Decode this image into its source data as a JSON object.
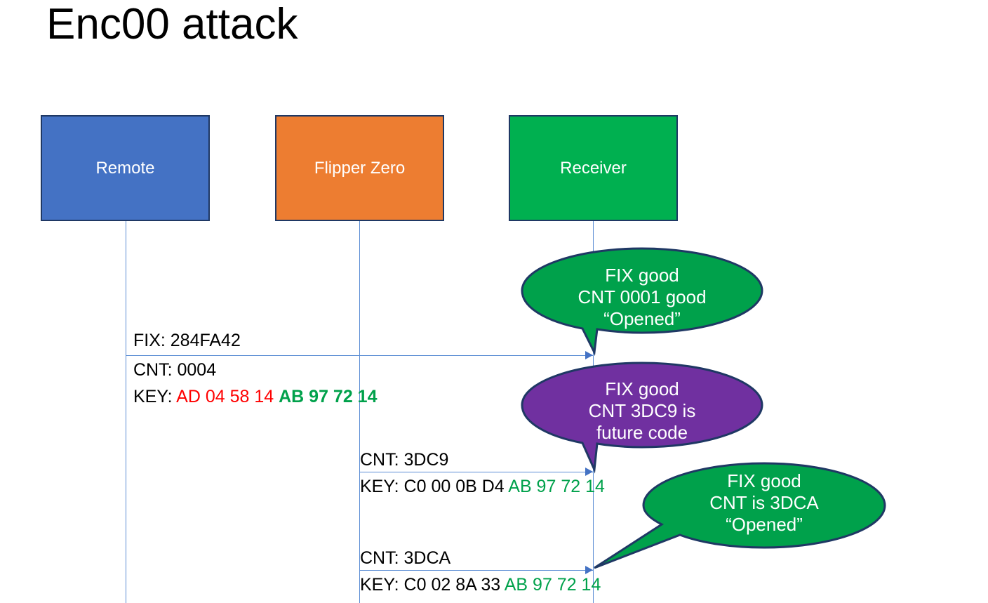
{
  "page": {
    "title": "Enc00 attack",
    "background": "#FFFFFF"
  },
  "colors": {
    "remote": "#4472C4",
    "flipper": "#ED7D31",
    "receiver": "#00B050",
    "bubble_good": "#00A14B",
    "bubble_warn": "#7030A0",
    "box_border": "#1F3864",
    "lifeline": "#5B8DD4",
    "key_red": "#FF0000",
    "key_green": "#00A14B",
    "text": "#000000"
  },
  "actors": [
    {
      "id": "remote",
      "label": "Remote",
      "color": "#4472C4"
    },
    {
      "id": "flipper",
      "label": "Flipper Zero",
      "color": "#ED7D31"
    },
    {
      "id": "receiver",
      "label": "Receiver",
      "color": "#00B050"
    }
  ],
  "messages": [
    {
      "from": "remote",
      "to": "receiver",
      "label_fix": "FIX: 284FA42",
      "label_cnt": "CNT: 0004",
      "key_prefix": "KEY: ",
      "key_red": "AD 04 58 14",
      "key_green": "AB 97 72 14"
    },
    {
      "from": "flipper",
      "to": "receiver",
      "label_cnt": "CNT: 3DC9",
      "key_prefix": "KEY: ",
      "key_plain": "C0 00 0B D4",
      "key_green": "AB 97 72 14"
    },
    {
      "from": "flipper",
      "to": "receiver",
      "label_cnt": "CNT: 3DCA",
      "key_prefix": "KEY: ",
      "key_plain": "C0 02 8A 33",
      "key_green": "AB 97 72 14"
    }
  ],
  "bubbles": [
    {
      "id": "bubble-receiver-good-1",
      "color": "#00A14B",
      "line1": "FIX good",
      "line2": "CNT 0001 good",
      "line3": "“Opened”"
    },
    {
      "id": "bubble-receiver-future",
      "color": "#7030A0",
      "line1": "FIX good",
      "line2": "CNT 3DC9 is",
      "line3": "future code"
    },
    {
      "id": "bubble-receiver-good-2",
      "color": "#00A14B",
      "line1": "FIX good",
      "line2": "CNT is 3DCA",
      "line3": "“Opened”"
    }
  ]
}
